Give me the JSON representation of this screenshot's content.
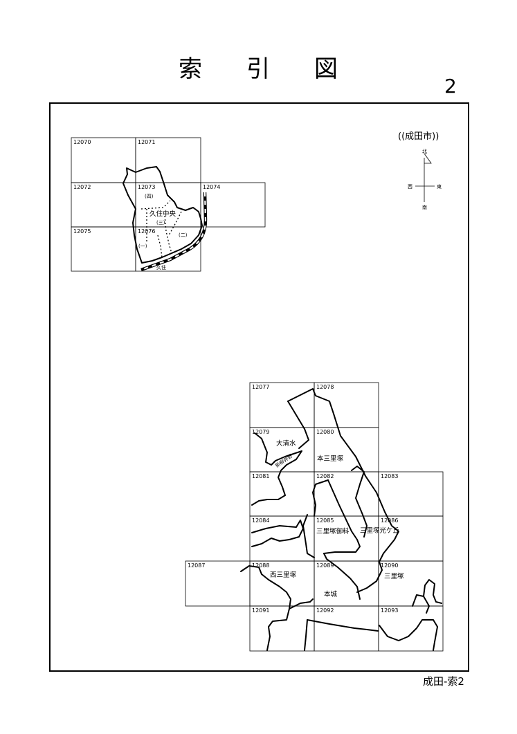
{
  "title": {
    "chars": [
      "索",
      "引",
      "図"
    ]
  },
  "page_number": "2",
  "footer": "成田-索2",
  "region": "((成田市))",
  "compass": {
    "north": "北",
    "south": "南",
    "east": "東",
    "west": "西"
  },
  "sheets_north": [
    "12070",
    "12071",
    "12072",
    "12073",
    "12074",
    "12075",
    "12076"
  ],
  "sheets_south": [
    "12077",
    "12078",
    "12079",
    "12080",
    "12081",
    "12082",
    "12083",
    "12084",
    "12085",
    "12086",
    "12087",
    "12088",
    "12089",
    "12090",
    "12091",
    "12092",
    "12093"
  ],
  "places": {
    "kuzumi_chuo": "久住中央",
    "kuzumi_station": "久住",
    "ward_1": "(一)",
    "ward_2": "(二)",
    "ward_3": "(三)",
    "ward_4": "(四)",
    "oshimizu": "大清水",
    "shin_yanagii": "新柳井野",
    "hon_misatozuka": "本三里塚",
    "misatozuka_goryo": "三里塚御料",
    "misatozuka_kogaoka": "三里塚光ケ丘",
    "nishi_misatozuka": "西三里塚",
    "honjo": "本城",
    "misatozuka": "三里塚"
  }
}
